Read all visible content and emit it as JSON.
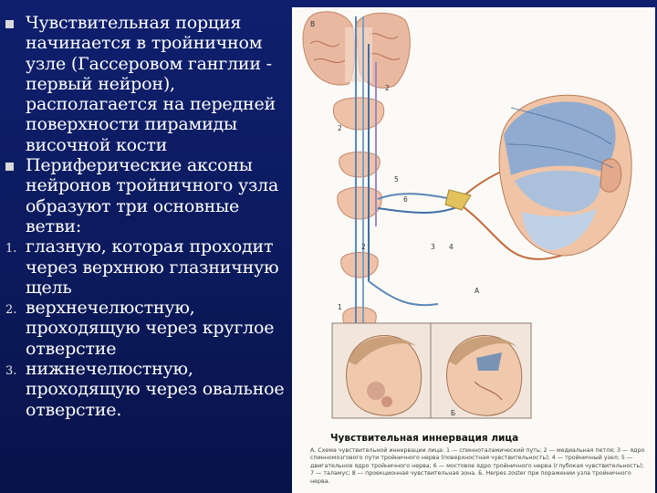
{
  "slide": {
    "items": [
      {
        "marker": "square",
        "text": "Чувствительная порция начинается в тройничном узле (Гассеровом ганглии - первый нейрон), располагается на передней поверхности пирамиды височной кости"
      },
      {
        "marker": "square",
        "text": "Периферические аксоны нейронов тройничного узла образуют три основные ветви:"
      },
      {
        "marker": "1.",
        "text": "глазную, которая проходит через верхнюю глазничную щель"
      },
      {
        "marker": "2.",
        "text": "верхнечелюстную, проходящую через круглое отверстие"
      },
      {
        "marker": "3.",
        "text": "нижнечелюстную, проходящую через овальное отверстие."
      }
    ]
  },
  "figure": {
    "labels": {
      "b_top": "В",
      "n1": "1",
      "n2a": "2",
      "n2b": "2",
      "n2c": "2",
      "n3": "3",
      "n4": "4",
      "n5": "5",
      "n6": "6",
      "a": "А",
      "b_bottom": "Б"
    },
    "caption_title": "Чувствительная иннервация лица",
    "caption_body": "А. Схема чувствительной иннервации лица: 1 — спинноталамический путь; 2 — медиальная петля; 3 — ядро спинномозгового пути тройничного нерва (поверхностная чувствительность); 4 — тройничный узел; 5 — двигательное ядро тройничного нерва; 6 — мостовое ядро тройничного нерва (глубокая чувствительность); 7 — таламус; 8 — проекционная чувствительная зона. Б. Herpes zoster при поражении узла тройничного нерва."
  }
}
